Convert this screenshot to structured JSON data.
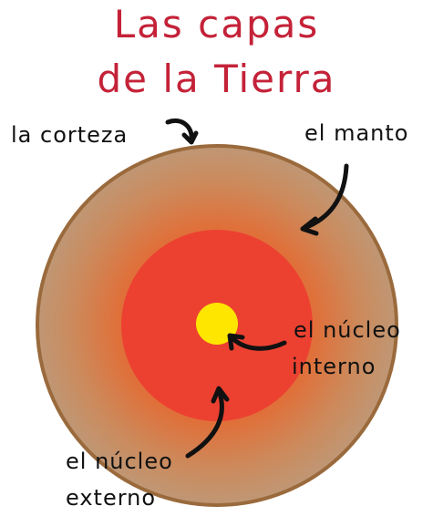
{
  "title": {
    "line1": "Las capas",
    "line2": "de la Tierra"
  },
  "layers": {
    "crust": "la corteza",
    "mantle": "el manto",
    "inner_core_line1": "el núcleo",
    "inner_core_line2": "interno",
    "outer_core_line1": "el núcleo",
    "outer_core_line2": "externo"
  },
  "colors": {
    "title": "#c42238",
    "crust_outline": "#9a6a3c",
    "mantle": "#c09272",
    "outer_core": "#ec4131",
    "inner_core": "#ffe600",
    "arrows": "#111111"
  }
}
